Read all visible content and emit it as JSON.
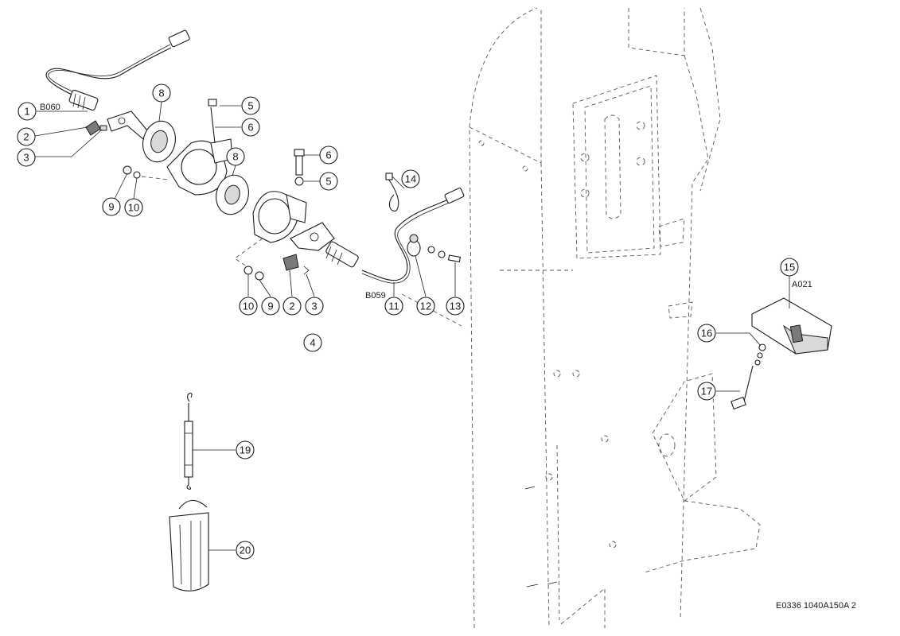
{
  "diagram": {
    "callouts": [
      {
        "id": "c1",
        "number": "1"
      },
      {
        "id": "c2a",
        "number": "2"
      },
      {
        "id": "c3a",
        "number": "3"
      },
      {
        "id": "c8a",
        "number": "8"
      },
      {
        "id": "c5a",
        "number": "5"
      },
      {
        "id": "c6a",
        "number": "6"
      },
      {
        "id": "c8b",
        "number": "8"
      },
      {
        "id": "c9a",
        "number": "9"
      },
      {
        "id": "c10a",
        "number": "10"
      },
      {
        "id": "c6b",
        "number": "6"
      },
      {
        "id": "c5b",
        "number": "5"
      },
      {
        "id": "c14",
        "number": "14"
      },
      {
        "id": "c10b",
        "number": "10"
      },
      {
        "id": "c9b",
        "number": "9"
      },
      {
        "id": "c2b",
        "number": "2"
      },
      {
        "id": "c3b",
        "number": "3"
      },
      {
        "id": "c11",
        "number": "11"
      },
      {
        "id": "c12",
        "number": "12"
      },
      {
        "id": "c13",
        "number": "13"
      },
      {
        "id": "c4",
        "number": "4"
      },
      {
        "id": "c15",
        "number": "15"
      },
      {
        "id": "c16",
        "number": "16"
      },
      {
        "id": "c17",
        "number": "17"
      },
      {
        "id": "c19",
        "number": "19"
      },
      {
        "id": "c20",
        "number": "20"
      }
    ],
    "component_labels": {
      "b060": "B060",
      "b059": "B059",
      "a021": "A021"
    },
    "reference_code": "E0336 1040A150A 2"
  }
}
